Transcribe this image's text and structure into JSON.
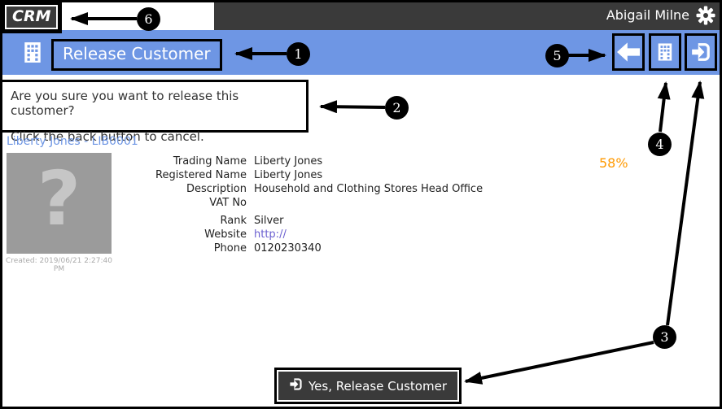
{
  "app": {
    "logo_text": "CRM",
    "user_name": "Abigail Milne"
  },
  "header": {
    "title": "Release Customer"
  },
  "message": {
    "line1": "Are you sure you want to release this customer?",
    "line2": "Click the back button to cancel."
  },
  "customer": {
    "link_text": "Liberty Jones - LIB0001",
    "image_placeholder": "?",
    "created_caption": "Created: 2019/06/21 2:27:40 PM",
    "completeness_percent": "58%",
    "details": [
      {
        "label": "Trading Name",
        "value": "Liberty Jones"
      },
      {
        "label": "Registered Name",
        "value": "Liberty Jones"
      },
      {
        "label": "Description",
        "value": "Household and Clothing Stores Head Office"
      },
      {
        "label": "VAT No",
        "value": ""
      },
      {
        "label": "Rank",
        "value": "Silver"
      },
      {
        "label": "Website",
        "value": "http://"
      },
      {
        "label": "Phone",
        "value": "0120230340"
      }
    ]
  },
  "footer": {
    "confirm_label": "Yes, Release Customer"
  },
  "annotations": {
    "badges": [
      "1",
      "2",
      "3",
      "4",
      "5",
      "6"
    ]
  },
  "colors": {
    "header_blue": "#6e96e4",
    "dark_gray": "#3a3a3a",
    "percent_orange": "#ff9900",
    "link_blue": "#6e96e4",
    "website_purple": "#6a5fd0",
    "annotation_black": "#000000"
  }
}
